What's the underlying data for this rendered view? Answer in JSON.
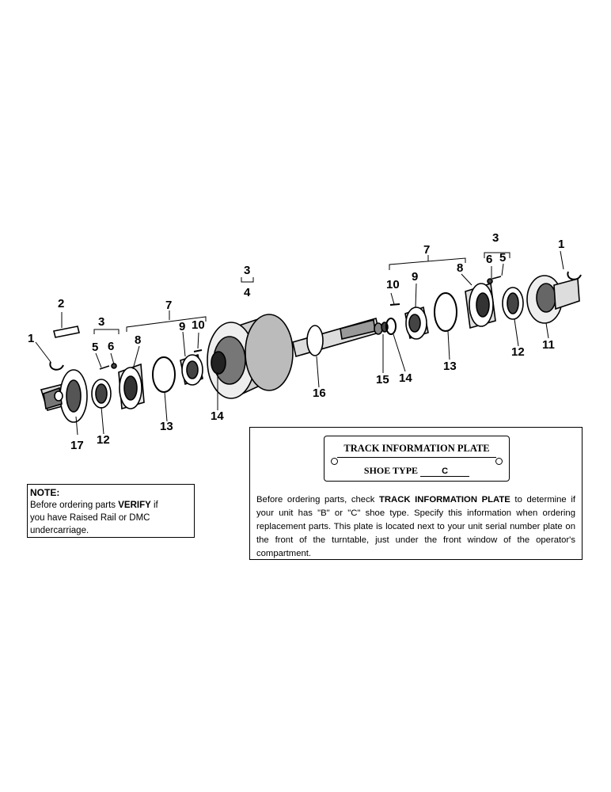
{
  "callouts": [
    {
      "id": "c1a",
      "text": "1"
    },
    {
      "id": "c2",
      "text": "2"
    },
    {
      "id": "c3a",
      "text": "3"
    },
    {
      "id": "c5a",
      "text": "5"
    },
    {
      "id": "c6a",
      "text": "6"
    },
    {
      "id": "c7a",
      "text": "7"
    },
    {
      "id": "c8a",
      "text": "8"
    },
    {
      "id": "c9a",
      "text": "9"
    },
    {
      "id": "c10a",
      "text": "10"
    },
    {
      "id": "c17",
      "text": "17"
    },
    {
      "id": "c12a",
      "text": "12"
    },
    {
      "id": "c13a",
      "text": "13"
    },
    {
      "id": "c14a",
      "text": "14"
    },
    {
      "id": "c3b",
      "text": "3"
    },
    {
      "id": "c4",
      "text": "4"
    },
    {
      "id": "c16",
      "text": "16"
    },
    {
      "id": "c15",
      "text": "15"
    },
    {
      "id": "c14b",
      "text": "14"
    },
    {
      "id": "c10b",
      "text": "10"
    },
    {
      "id": "c9b",
      "text": "9"
    },
    {
      "id": "c7b",
      "text": "7"
    },
    {
      "id": "c8b",
      "text": "8"
    },
    {
      "id": "c13b",
      "text": "13"
    },
    {
      "id": "c3c",
      "text": "3"
    },
    {
      "id": "c6b",
      "text": "6"
    },
    {
      "id": "c5b",
      "text": "5"
    },
    {
      "id": "c12b",
      "text": "12"
    },
    {
      "id": "c1b",
      "text": "1"
    },
    {
      "id": "c11",
      "text": "11"
    }
  ],
  "note": {
    "title": "NOTE:",
    "line1_pre": "Before ordering parts ",
    "line1_bold": "VERIFY",
    "line1_post": " if",
    "line2": "you have Raised Rail or DMC",
    "line3": "undercarriage."
  },
  "plate": {
    "title": "TRACK INFORMATION PLATE",
    "shoe_label": "SHOE TYPE",
    "shoe_value": "C"
  },
  "track_text": {
    "pre": "Before ordering parts, check ",
    "bold": "TRACK INFORMATION PLATE",
    "post": " to determine if your unit has \"B\" or \"C\" shoe type. Specify this information when ordering replacement parts. This plate is located next to your unit serial number plate on the front of the turntable, just under the front window of the operator's compartment."
  }
}
